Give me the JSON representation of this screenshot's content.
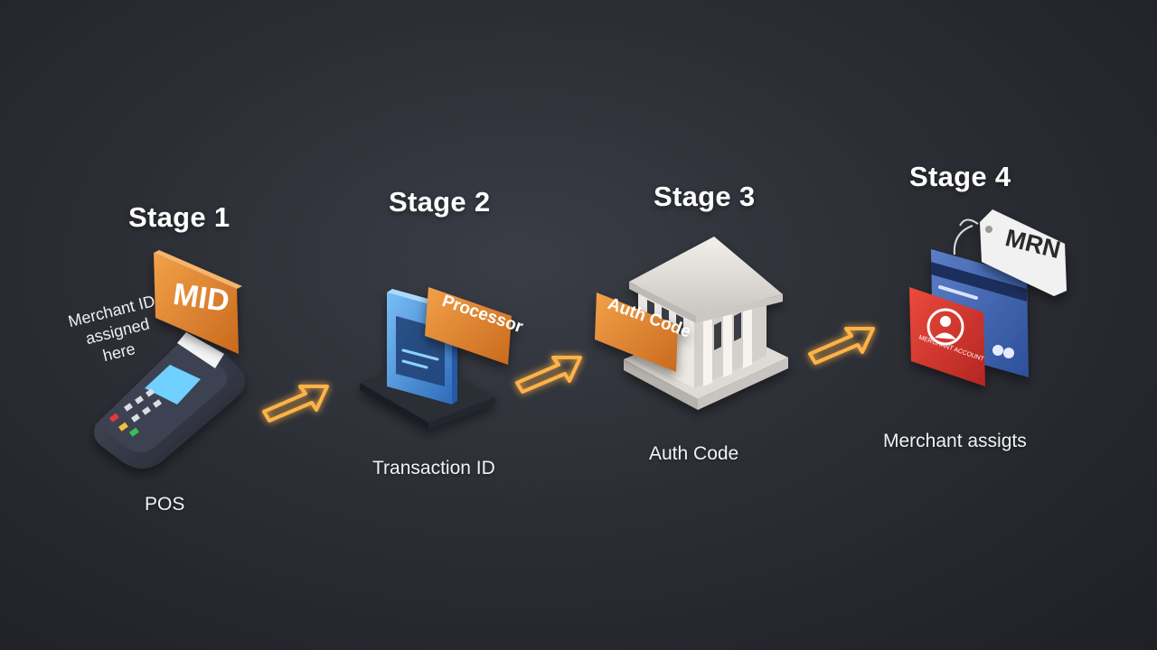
{
  "stages": [
    {
      "title": "Stage 1",
      "caption": "POS",
      "badge": "MID",
      "note_lines": [
        "Merchant ID",
        "assigned",
        "here"
      ],
      "icon": "pos-terminal-icon"
    },
    {
      "title": "Stage 2",
      "caption": "Transaction ID",
      "badge": "Processor",
      "icon": "processor-card-icon"
    },
    {
      "title": "Stage 3",
      "caption": "Auth Code",
      "badge": "Auth Code",
      "icon": "bank-building-icon"
    },
    {
      "title": "Stage 4",
      "caption": "Merchant assigts",
      "badge": "MRN",
      "card_text": "MERCHANT ACCOUNT",
      "icon": "merchant-card-tag-icon"
    }
  ],
  "connectors": [
    "arrow-icon",
    "arrow-icon",
    "arrow-icon"
  ],
  "colors": {
    "background": "#2c2e35",
    "orange_badge": "#e8892b",
    "arrow_glow": "#ffb347",
    "blue_panel": "#4aa3f0",
    "red_card": "#d8342c",
    "tag_white": "#f1f1f1"
  }
}
